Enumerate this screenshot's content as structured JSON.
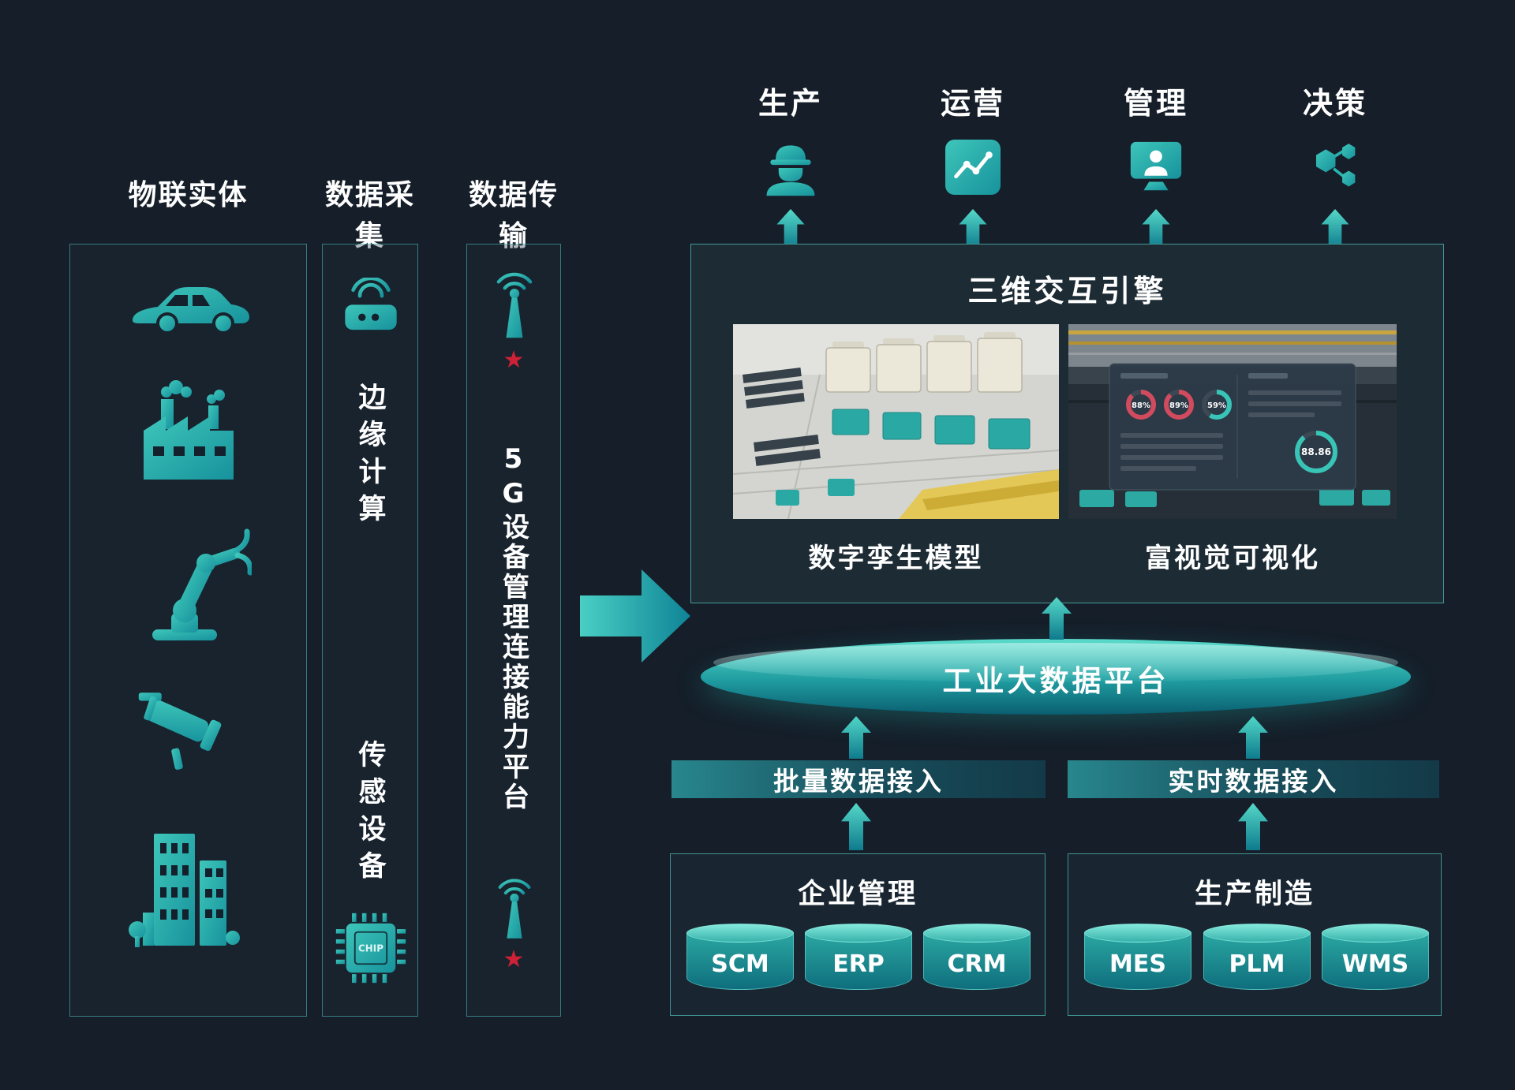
{
  "glyphs": {
    "star": "★"
  },
  "columns": [
    {
      "title": "物联实体"
    },
    {
      "title": "数据采集",
      "label_top": "边缘计算",
      "label_bottom": "传感设备",
      "chip_label": "CHIP"
    },
    {
      "title": "数据传输",
      "label": "5G设备管理连接能力平台"
    }
  ],
  "outputs": [
    {
      "label": "生产"
    },
    {
      "label": "运营"
    },
    {
      "label": "管理"
    },
    {
      "label": "决策"
    }
  ],
  "engine": {
    "title": "三维交互引擎",
    "left_caption": "数字孪生模型",
    "right_caption": "富视觉可视化",
    "dashboard": {
      "gauge1": "88%",
      "gauge2": "89%",
      "gauge3": "59%",
      "score": "88.86"
    }
  },
  "platform_label": "工业大数据平台",
  "bars": [
    {
      "label": "批量数据接入"
    },
    {
      "label": "实时数据接入"
    }
  ],
  "groups": [
    {
      "title": "企业管理",
      "systems": [
        "SCM",
        "ERP",
        "CRM"
      ]
    },
    {
      "title": "生产制造",
      "systems": [
        "MES",
        "PLM",
        "WMS"
      ]
    }
  ],
  "colors": {
    "background": "#151e29",
    "accent": "#2bb3ad",
    "accent_dark": "#0f7e8e",
    "star_red": "#cf2135",
    "image_yellow": "#e4c64a",
    "gauge_red": "#d14b5f"
  }
}
